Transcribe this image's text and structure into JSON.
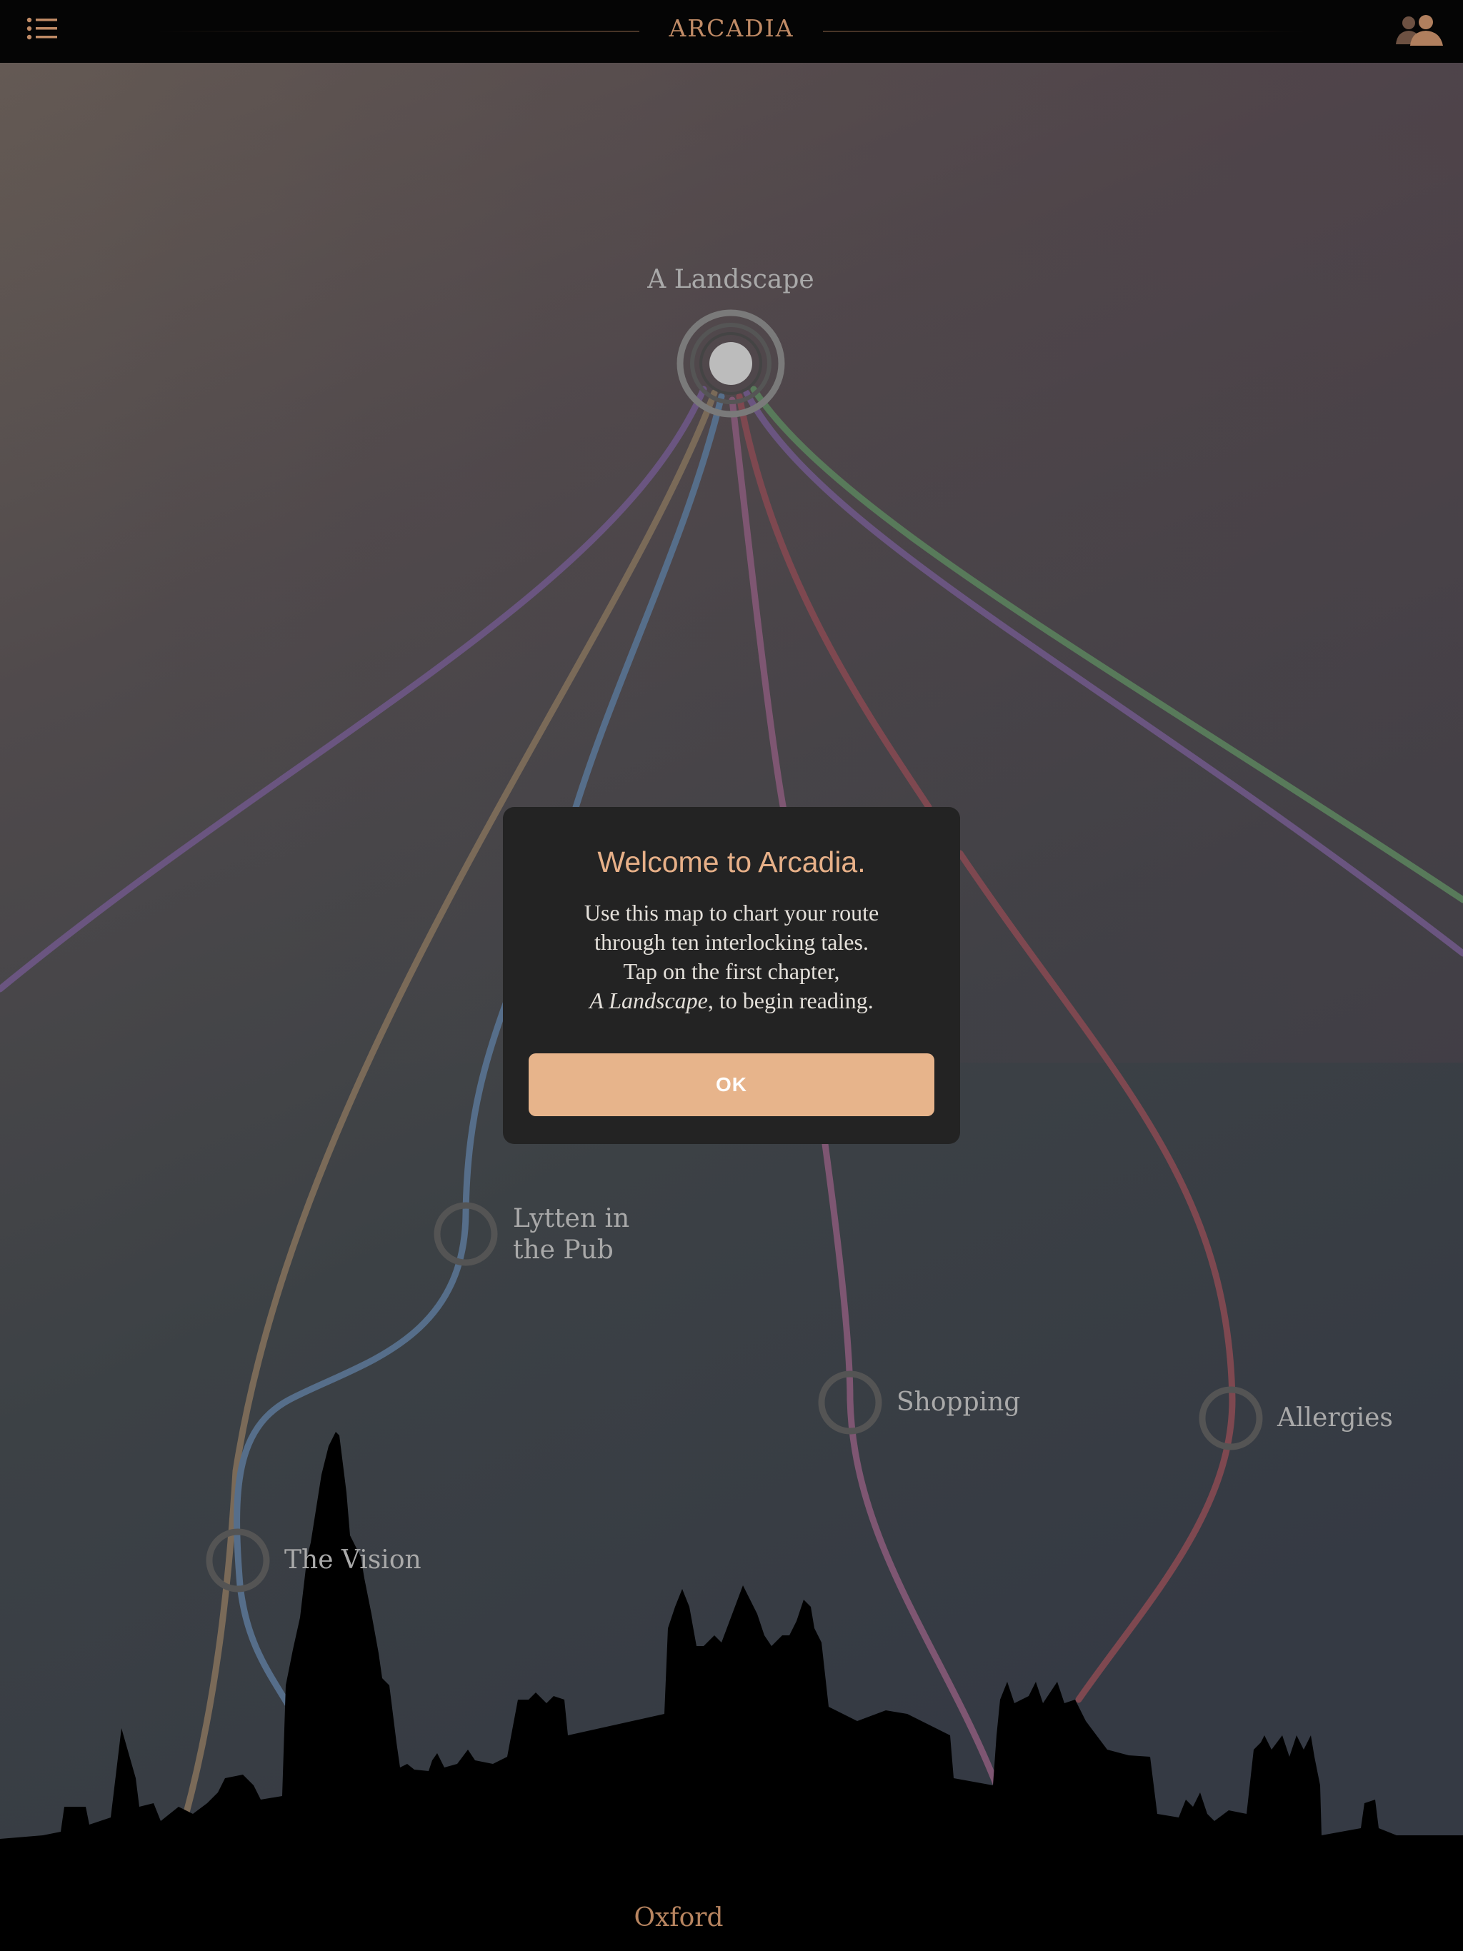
{
  "app": {
    "title": "ARCADIA"
  },
  "header": {
    "menu_icon": "list-icon",
    "characters_icon": "people-icon"
  },
  "colors": {
    "accent": "#c08b66",
    "button": "#e7b48b",
    "dialog_bg": "#232323",
    "route_purple": "#6a5580",
    "route_tan": "#7a6a58",
    "route_blue": "#566e8a",
    "route_mauve": "#7e5672",
    "route_red": "#7e4850",
    "route_green": "#587a5a"
  },
  "map": {
    "start_node": {
      "label": "A Landscape"
    },
    "nodes": [
      {
        "id": "lytten",
        "label_line1": "Lytten in",
        "label_line2": "the Pub"
      },
      {
        "id": "shopping",
        "label": "Shopping"
      },
      {
        "id": "allergies",
        "label": "Allergies"
      },
      {
        "id": "vision",
        "label": "The Vision"
      }
    ],
    "city_label": "Oxford"
  },
  "dialog": {
    "title": "Welcome to Arcadia.",
    "line1": "Use this map to chart your route",
    "line2": "through ten interlocking tales.",
    "line3": "Tap on the first chapter,",
    "line4_em": "A Landscape",
    "line4_rest": ", to begin reading.",
    "ok_label": "OK"
  }
}
